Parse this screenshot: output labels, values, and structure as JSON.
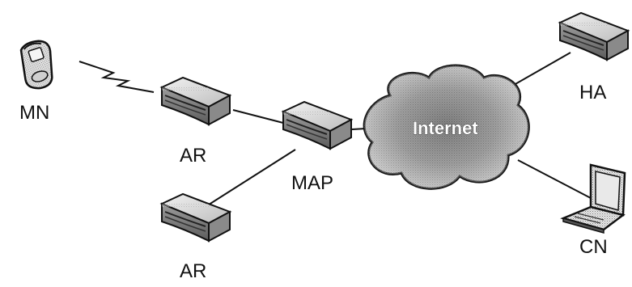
{
  "nodes": {
    "mn": "MN",
    "ar_top": "AR",
    "ar_bottom": "AR",
    "map": "MAP",
    "internet": "Internet",
    "ha": "HA",
    "cn": "CN"
  },
  "colors": {
    "line": "#111111",
    "device_fill": "#d8d8d8",
    "device_dark": "#6a6a6a",
    "cloud_dark": "#4a4a4a",
    "cloud_light": "#b8b8b8"
  }
}
